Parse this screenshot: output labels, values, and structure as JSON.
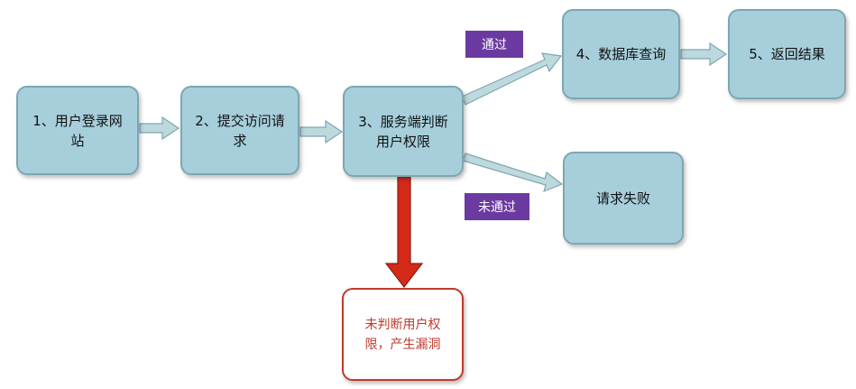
{
  "nodes": {
    "login": "1、用户登录网站",
    "submit": "2、提交访问请求",
    "auth_check": "3、服务端判断用户权限",
    "db_query": "4、数据库查询",
    "return_result": "5、返回结果",
    "request_failed": "请求失败",
    "vulnerability": "未判断用户权限，产生漏洞"
  },
  "labels": {
    "passed": "通过",
    "not_passed": "未通过"
  },
  "colors": {
    "node_fill": "#a6cfdb",
    "node_border": "#7fa6b2",
    "label_fill": "#6b3aa0",
    "vuln_red": "#c0392b",
    "arrow_fill": "#bcd9dd",
    "arrow_red": "#d32a1a"
  }
}
